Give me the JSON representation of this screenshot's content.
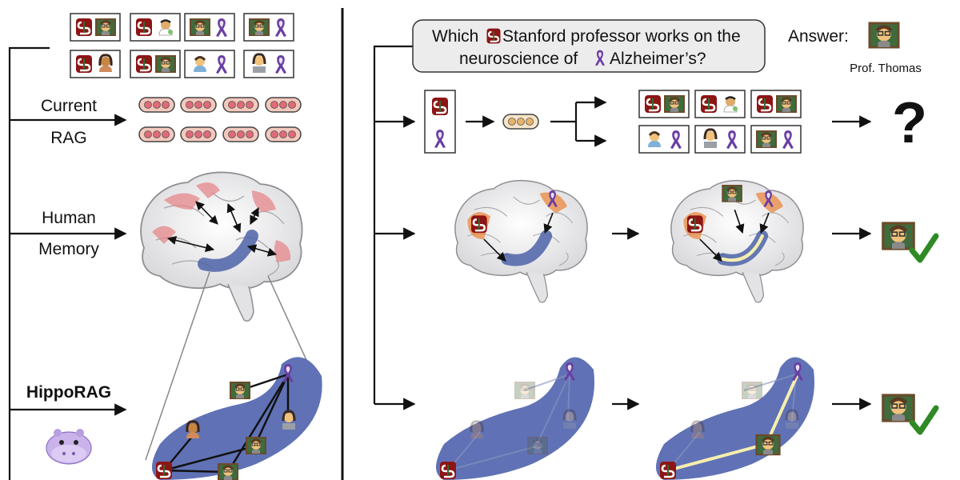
{
  "labels": {
    "current": "Current",
    "rag": "RAG",
    "human": "Human",
    "memory": "Memory",
    "hipporag": "HippoRAG"
  },
  "question": {
    "line1_a": "Which",
    "line1_b": "Stanford professor works on the",
    "line2_a": "neuroscience of",
    "line2_b": "Alzheimer’s?"
  },
  "answer": {
    "label": "Answer:",
    "name": "Prof. Thomas"
  },
  "result_unknown": "?",
  "colors": {
    "stanford": "#8c1515",
    "ribbon": "#6a3fa3",
    "hippocampus": "#4d63a8",
    "cortex_pink": "#e6878a",
    "cortex_orange": "#e9883f",
    "graph_band": "#4f63ad",
    "pill": "#f3c9bd",
    "pill_dot": "#e06a78",
    "check": "#2f8a26",
    "path_yellow": "#f6eeae"
  },
  "icons": [
    "stanford-logo-icon",
    "purple-ribbon-icon",
    "professor-icon",
    "scientist-icon",
    "doctor-icon",
    "hippo-icon",
    "brain-icon",
    "check-icon"
  ]
}
